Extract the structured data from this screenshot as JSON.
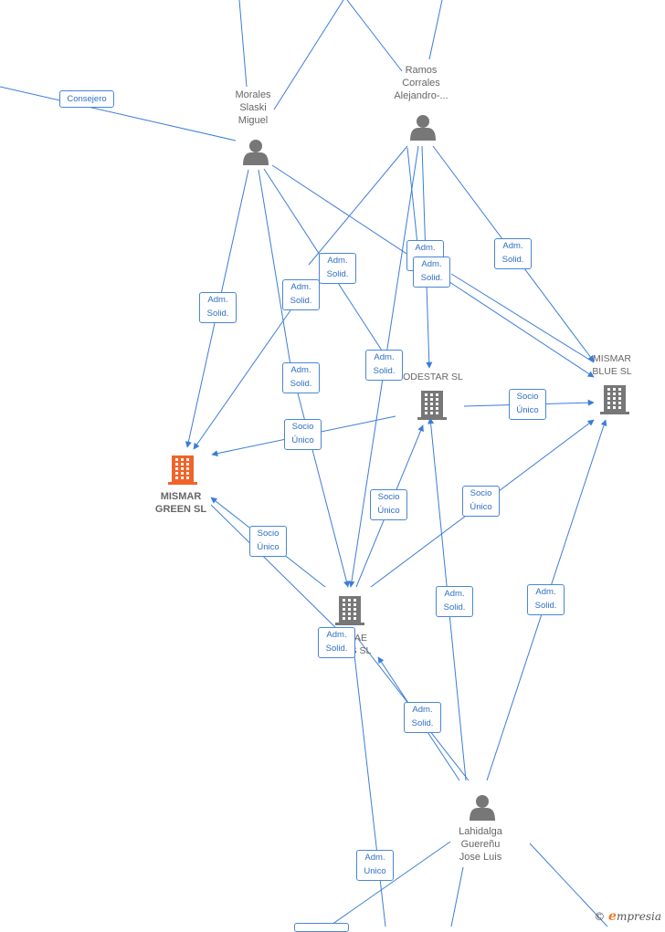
{
  "nodes": {
    "morales": {
      "lines": [
        "Morales",
        "Slaski",
        "Miguel"
      ]
    },
    "ramos": {
      "lines": [
        "Ramos",
        "Corrales",
        "Alejandro-..."
      ]
    },
    "lahidalga": {
      "lines": [
        "Lahidalga",
        "Guereñu",
        "Jose Luis"
      ]
    },
    "mismar_green": {
      "lines": [
        "MISMAR",
        "GREEN SL"
      ]
    },
    "mismar_blue": {
      "lines": [
        "MISMAR",
        "BLUE SL"
      ]
    },
    "odestar": {
      "lines": [
        "ODESTAR SL"
      ]
    },
    "center_co": {
      "lines": [
        "AE",
        "S SL"
      ]
    }
  },
  "edge_labels": {
    "consejero": [
      "Consejero"
    ],
    "adm_solid": [
      "Adm.",
      "Solid."
    ],
    "socio_unico": [
      "Socio",
      "Único"
    ],
    "adm_unico": [
      "Adm.",
      "Unico"
    ]
  },
  "brand": {
    "copyright": "©",
    "initial": "e",
    "rest": "mpresia"
  },
  "colors": {
    "edge": "#3b7dd8",
    "person": "#777777",
    "company": "#777777",
    "highlight": "#f2632a"
  }
}
